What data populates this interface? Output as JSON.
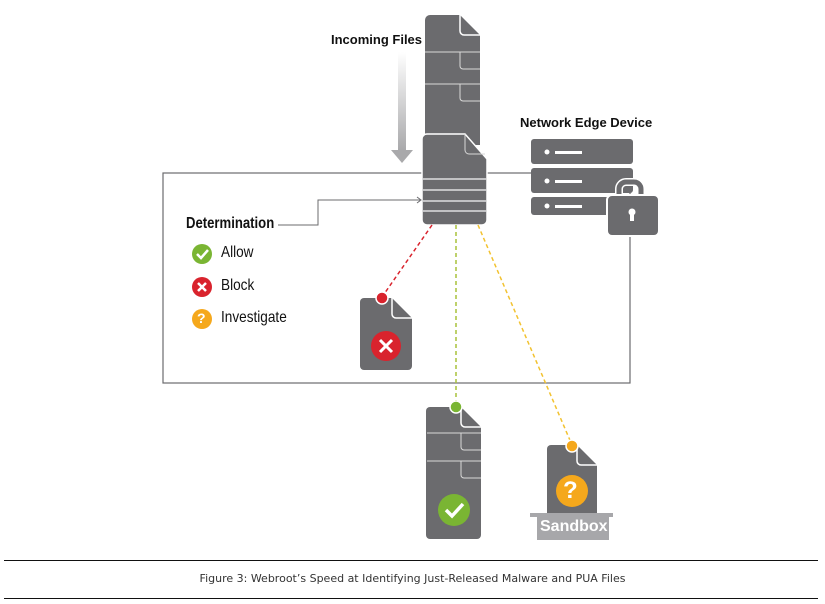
{
  "diagram": {
    "incoming_label": "Incoming Files",
    "device_label": "Network Edge Device",
    "determination_title": "Determination",
    "legend": [
      {
        "label": "Allow",
        "icon": "check-icon",
        "color": "#7ab533"
      },
      {
        "label": "Block",
        "icon": "x-icon",
        "color": "#d9232d"
      },
      {
        "label": "Investigate",
        "icon": "question-icon",
        "color": "#f5a81c"
      }
    ],
    "sandbox_label": "Sandbox",
    "colors": {
      "file_gray": "#6b6b6e",
      "device_gray": "#6b6b6e",
      "sandbox_gray": "#a7a7aa",
      "allow": "#7ab533",
      "block": "#d9232d",
      "investigate": "#f5a81c"
    }
  },
  "caption": "Figure 3: Webroot’s  Speed  at Identifying  Just-Released   Malware  and  PUA Files"
}
